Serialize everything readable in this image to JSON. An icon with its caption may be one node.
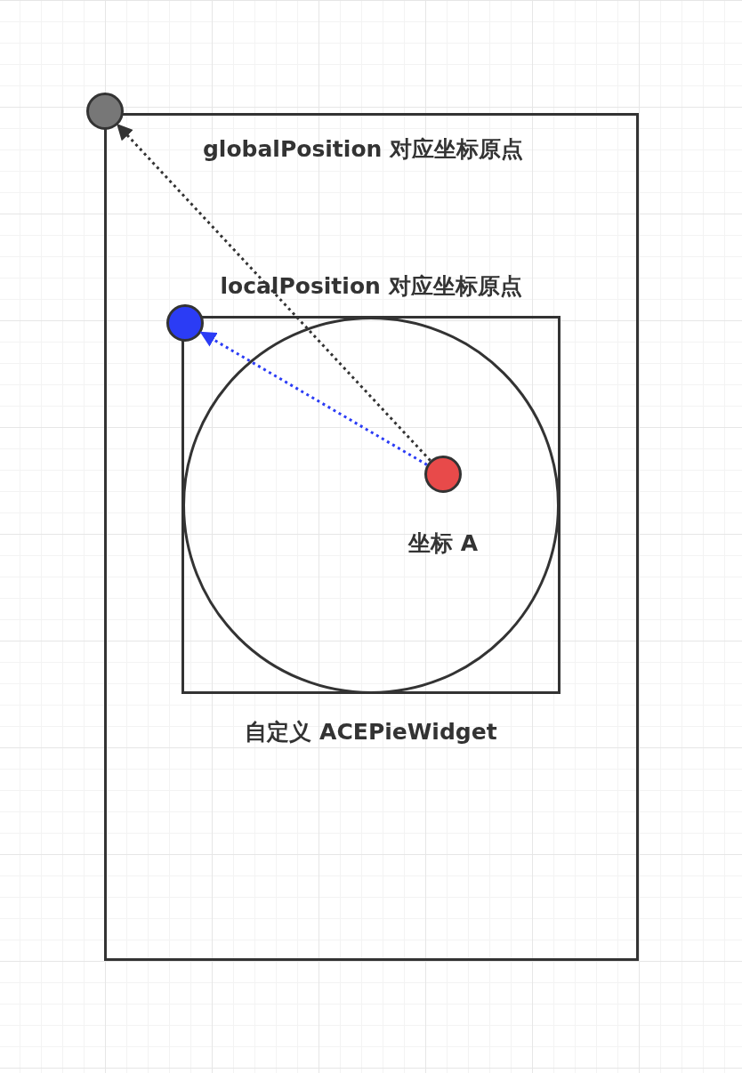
{
  "diagram": {
    "nodes": [
      {
        "text": [],
        "shape": "box"
      },
      {
        "text": [],
        "shape": "circle",
        "beside": [
          "globalPosition 对应坐标原点"
        ]
      },
      {
        "text": [
          "自定义 ACEPieWidget"
        ],
        "in": 0
      },
      {
        "text": [],
        "shape": "circle",
        "beside": [
          "localPosition 对应坐标原点"
        ],
        "in": 0
      },
      {
        "text": [],
        "shape": "circle",
        "in": 2
      },
      {
        "text": [],
        "shape": "circle",
        "beside": [
          "坐标 A"
        ],
        "in": 4
      }
    ],
    "edges": [
      {
        "from": 5,
        "to": 1,
        "arrow": "to",
        "style": "dashed",
        "color": "#333333"
      },
      {
        "from": 5,
        "to": 3,
        "arrow": "to",
        "style": "dashed",
        "color": "#2b3cf5"
      }
    ]
  }
}
